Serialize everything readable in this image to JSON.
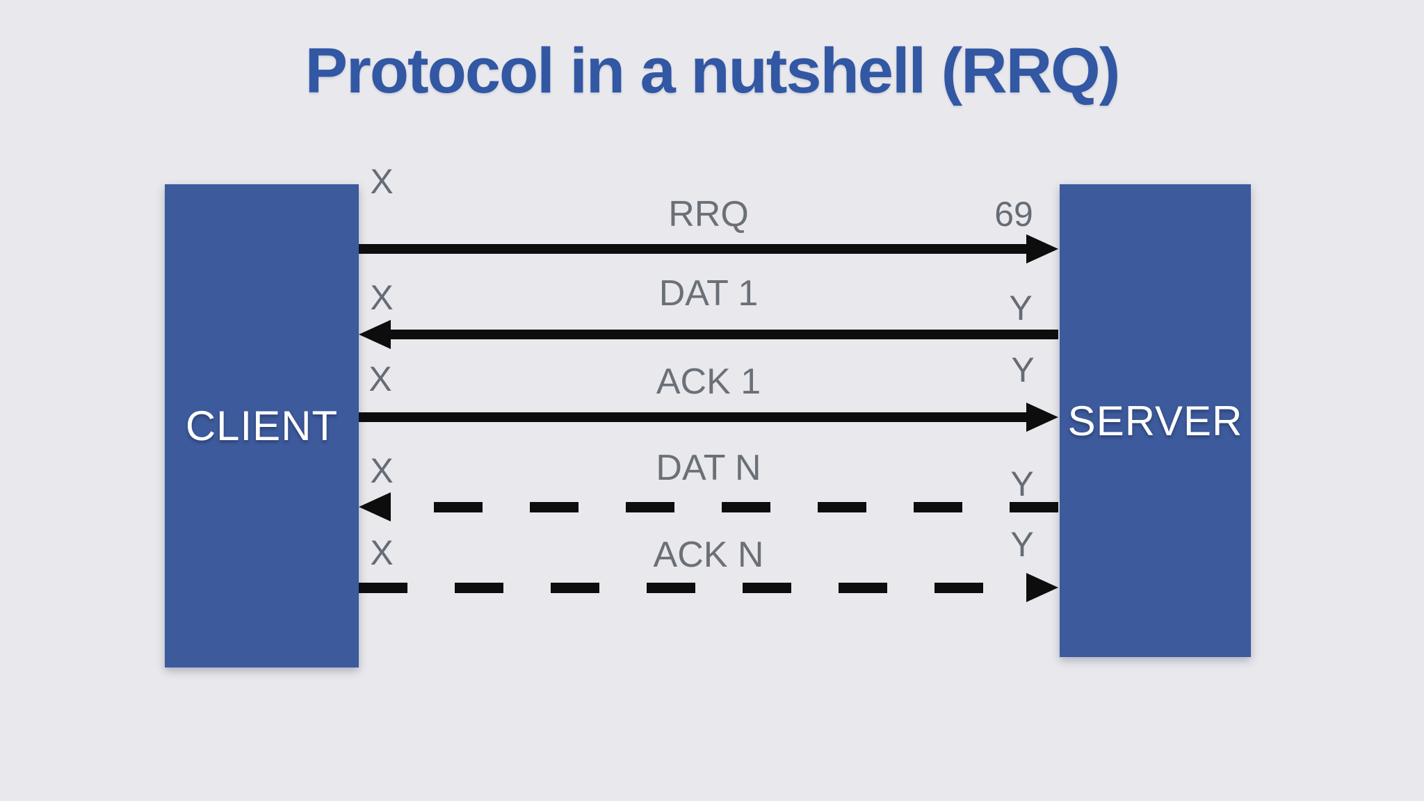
{
  "title": "Protocol in a nutshell (RRQ)",
  "colors": {
    "background": "#e9e9ed",
    "actor_box": "#3d5a9c",
    "title_text": "#3257a3",
    "actor_text": "#ffffff",
    "label_text": "#6b7078",
    "arrow": "#0d0d0d"
  },
  "actors": {
    "client": "CLIENT",
    "server": "SERVER"
  },
  "diagram": {
    "rows": [
      {
        "label": "RRQ",
        "left_port": "X",
        "right_port": "69",
        "direction": "right",
        "line_style": "solid"
      },
      {
        "label": "DAT 1",
        "left_port": "X",
        "right_port": "Y",
        "direction": "left",
        "line_style": "solid"
      },
      {
        "label": "ACK 1",
        "left_port": "X",
        "right_port": "Y",
        "direction": "right",
        "line_style": "solid"
      },
      {
        "label": "DAT N",
        "left_port": "X",
        "right_port": "Y",
        "direction": "left",
        "line_style": "dashed"
      },
      {
        "label": "ACK N",
        "left_port": "X",
        "right_port": "Y",
        "direction": "right",
        "line_style": "dashed"
      }
    ]
  }
}
